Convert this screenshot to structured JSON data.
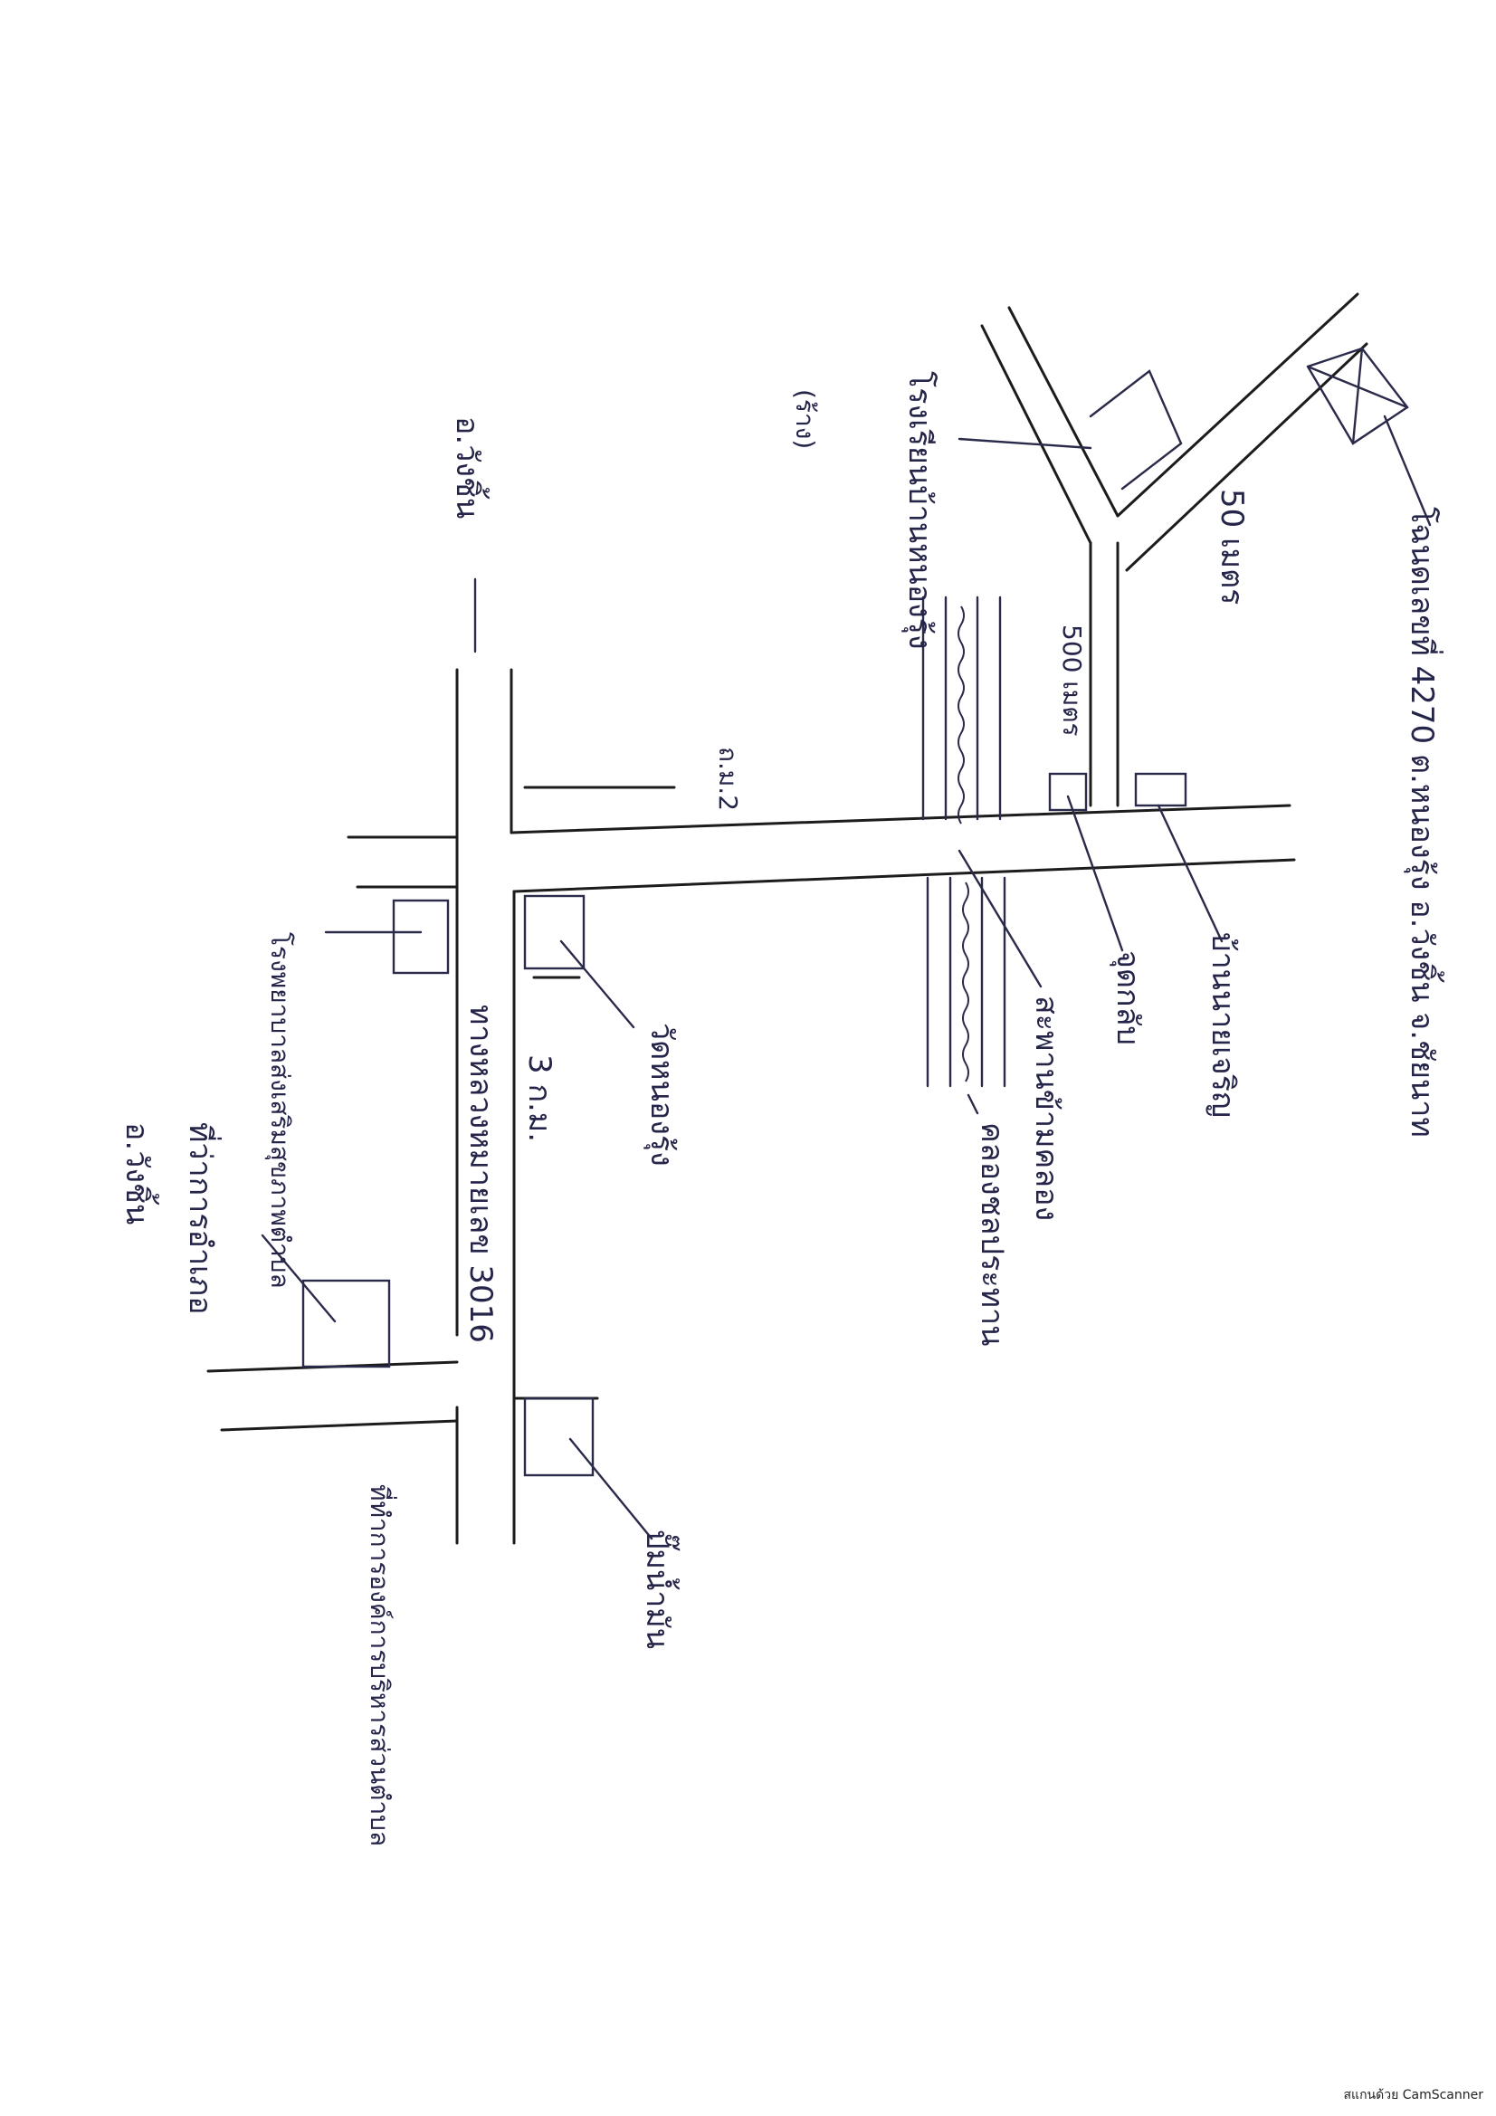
{
  "labels": {
    "header": "โฉนดเลขที่ 4270 ต.หนองรุ้ง อ.วังชิ้น จ.ชัยนาท",
    "distance_50": "50 เมตร",
    "distance_500": "500 เมตร",
    "school": "โรงเรียนบ้านหนองรุ้ง",
    "school_note": "(ร้าง)",
    "house_cham": "บ้านนายเจริญ",
    "intersection_mark": "จุดกลับ",
    "bridge": "สะพานข้ามคลอง",
    "canal": "คลองชลประทาน",
    "road_2": "ถ.ม.2",
    "district": "อ.วังชิ้น",
    "gas_station": "ปั๊มน้ำมัน",
    "road_3": "3 ก.ม.",
    "temple": "วัดหนองรุ้ง",
    "highway": "ทางหลวงหมายเลข 3016",
    "sub_district_office": "ที่ทำการองค์การบริหารส่วนตำบล",
    "health_center": "โรงพยาบาลส่งเสริมสุขภาพตำบล",
    "village_office": "ที่ว่าการอำเภอ",
    "town": "อ.วังชิ้น"
  },
  "footer": "สแกนด้วย CamScanner",
  "colors": {
    "ink": "#25254a",
    "road": "#1c1c1c"
  }
}
